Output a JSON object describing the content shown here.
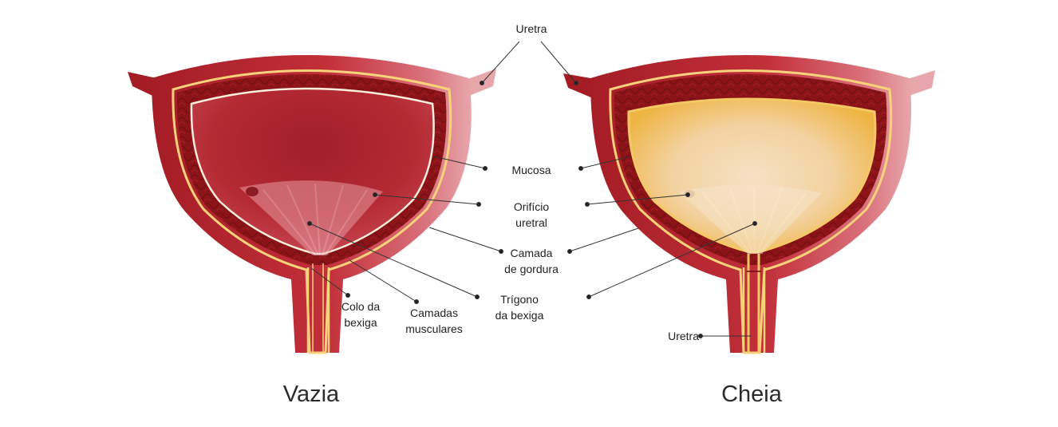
{
  "labels": {
    "uretra_top": "Uretra",
    "mucosa": "Mucosa",
    "orificio_1": "Orifício",
    "orificio_2": "uretral",
    "gordura_1": "Camada",
    "gordura_2": "de gordura",
    "trigono_1": "Trígono",
    "trigono_2": "da bexiga",
    "colo_1": "Colo da",
    "colo_2": "bexiga",
    "musc_1": "Camadas",
    "musc_2": "musculares",
    "uretra_bottom": "Uretra"
  },
  "titles": {
    "empty": "Vazia",
    "full": "Cheia"
  },
  "colors": {
    "outer_wall": "#b3222b",
    "fat_layer": "#8e1519",
    "yellow_line": "#f7d27a",
    "mucosa_empty": "#b42a33",
    "urine": "#f2be52",
    "leader": "#333333"
  }
}
